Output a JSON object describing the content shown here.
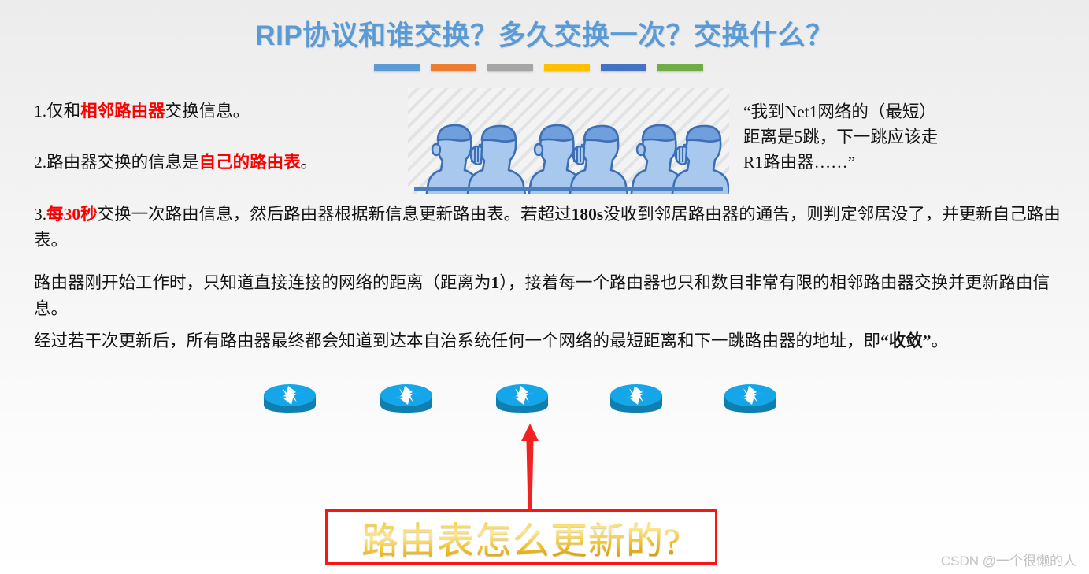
{
  "slide": {
    "title": "RIP协议和谁交换？多久交换一次？交换什么？",
    "title_color": "#5B9BD5",
    "background_color": "#EFEFEF"
  },
  "accent_bars": [
    {
      "name": "bar-blue",
      "color": "#5B9BD5"
    },
    {
      "name": "bar-orange",
      "color": "#ED7D31"
    },
    {
      "name": "bar-gray",
      "color": "#A5A5A5"
    },
    {
      "name": "bar-yellow",
      "color": "#FFC000"
    },
    {
      "name": "bar-dark-blue",
      "color": "#4472C4"
    },
    {
      "name": "bar-green",
      "color": "#70AD47"
    }
  ],
  "highlight_color": "#FC0000",
  "points": {
    "item1": {
      "number": "1.",
      "pre": "仅和",
      "highlight": "相邻路由器",
      "post": "交换信息。"
    },
    "item2": {
      "number": "2.",
      "pre": "路由器交换的信息是",
      "highlight": "自己的路由表",
      "post": "。"
    },
    "item3": {
      "number": "3.",
      "highlight": "每30秒",
      "mid": "交换一次路由信息，然后路由器根据新信息更新路由表。若超过",
      "bold1": "180s",
      "post": "没收到邻居路由器的通告，则判定邻居没了，并更新自己路由表。"
    }
  },
  "paragraphs": {
    "p4_a": "路由器刚开始工作时，只知道直接连接的网络的距离（距离为",
    "p4_b": "1",
    "p4_c": "），接着每一个路由器也只和数目非常有限的相邻路由器交换并更新路由信息。",
    "p5_a": "经过若干次更新后，所有路由器最终都会知道到达本自治系统任何一个网络的最短距离和下一跳路由器的地址，即",
    "p5_b": "“收敛”",
    "p5_c": "。"
  },
  "quote": {
    "line1": "“我到Net1网络的（最短）",
    "line2": "距离是5跳，下一跳应该走",
    "line3": "R1路由器……”"
  },
  "illustration": {
    "people_icon_name": "people-whispering-illustration",
    "people_color": "#4A7FC1",
    "people_fill": "#A8C8EE"
  },
  "routers": {
    "icon_name": "router-icon",
    "count": 5,
    "top_color": "#14A6E8",
    "side_color": "#0E7FAE",
    "arrow_color": "#FFFFFF",
    "positions": [
      0,
      148,
      295,
      440,
      585
    ]
  },
  "callout": {
    "arrow_name": "red-up-arrow",
    "arrow_color": "#F22222",
    "box_text": "路由表怎么更新的?",
    "box_border_color": "#FA1414",
    "box_text_color": "#E0A806"
  },
  "watermark": {
    "text": "CSDN @一个很懒的人"
  }
}
